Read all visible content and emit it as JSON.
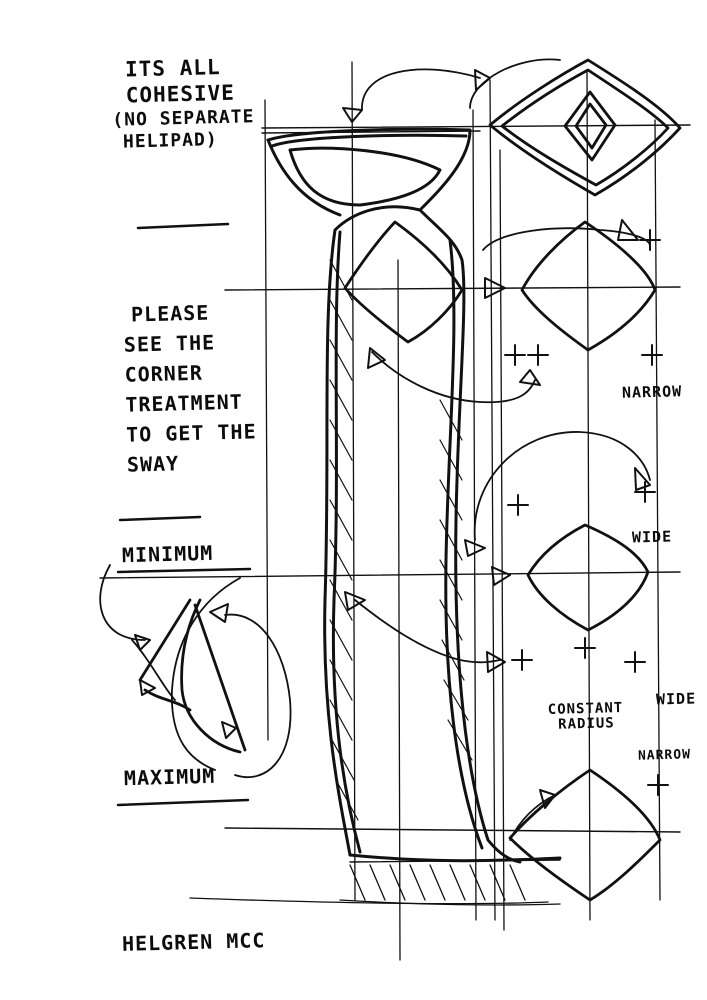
{
  "notes": {
    "cohesive": [
      "ITS ALL",
      "COHESIVE",
      "(NO SEPARATE",
      "HELIPAD)"
    ],
    "corner": [
      "PLEASE",
      "SEE THE",
      "CORNER",
      "TREATMENT",
      "TO GET THE",
      "SWAY"
    ],
    "minimum": "MINIMUM",
    "maximum": "MAXIMUM",
    "narrow_top": "NARROW",
    "wide_mid": "WIDE",
    "wide_low": "WIDE",
    "narrow_low": "NARROW",
    "constant_radius": [
      "CONSTANT",
      "RADIUS"
    ],
    "signature": "HELGREN MCC"
  },
  "colors": {
    "ink": "#0c0c0c",
    "paper": "#ffffff"
  }
}
